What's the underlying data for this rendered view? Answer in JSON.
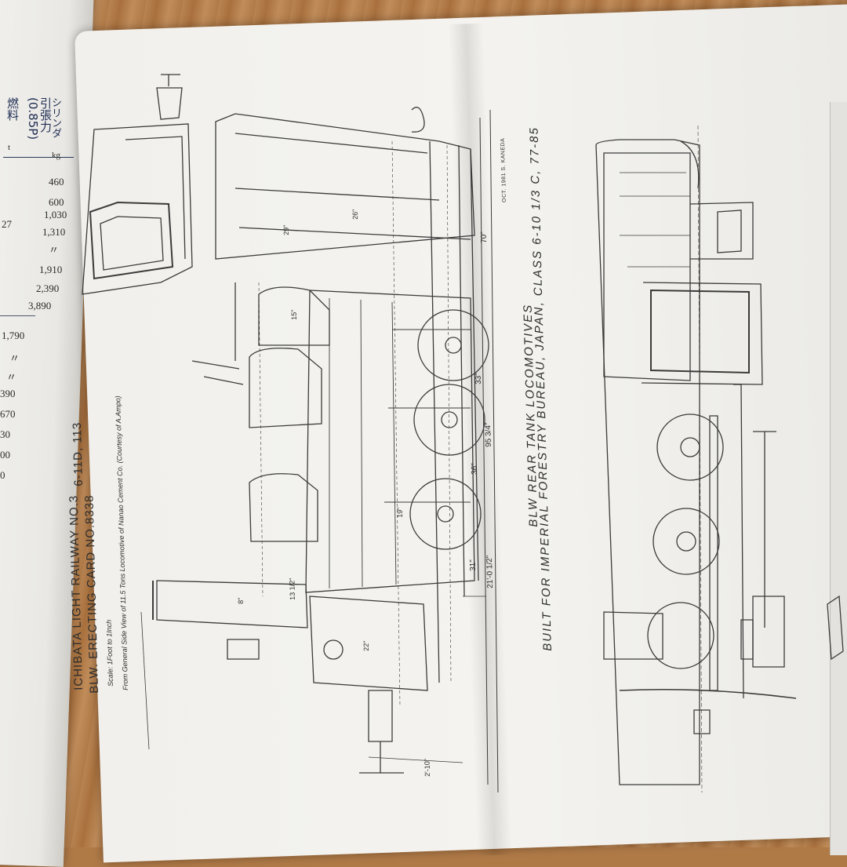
{
  "left_page": {
    "header": [
      "シリンダ",
      "引張力(0.85P)",
      "燃料"
    ],
    "header_units": [
      "kg",
      "t"
    ],
    "values": [
      "460",
      "600",
      "1,030",
      "1,310",
      "〃",
      "1,910",
      "2,390",
      "3,890",
      "1,790",
      "〃",
      "〃",
      "390",
      "670",
      "30",
      "00",
      "0"
    ],
    "side_fragments": [
      "27"
    ]
  },
  "left_drawing": {
    "title_line1": "ICHIBATA LIGHT RAILWAY NO.3",
    "title_line2": "BLW. ERECTING CARD NO.8338",
    "class_code": "6-11D, 113",
    "scale": "Scale: 1Foot to 1Inch",
    "source_note": "From General Side View of 11.5 Tons Locomotive of Nanao Cement Co. (Courtesy of A.Ampo)",
    "overall_length": "21'-0 1/2\"",
    "wheelbase_dims": [
      "36\"",
      "33\"",
      "31\""
    ],
    "height_dim": "95 3/4\"",
    "misc_dims": [
      "70\"",
      "29\"",
      "15\"",
      "8\"",
      "26\"",
      "22\"",
      "19\"",
      "2'-10\"",
      "13 1/2\""
    ]
  },
  "right_drawing": {
    "title_line1": "BLW REAR TANK LOCOMOTIVES",
    "title_line2": "BUILT FOR IMPERIAL FORESTRY BUREAU, JAPAN,   CLASS  6-10 1/3 C,  77-85",
    "date_credit": "OCT. 1981   S. KANEDA"
  }
}
